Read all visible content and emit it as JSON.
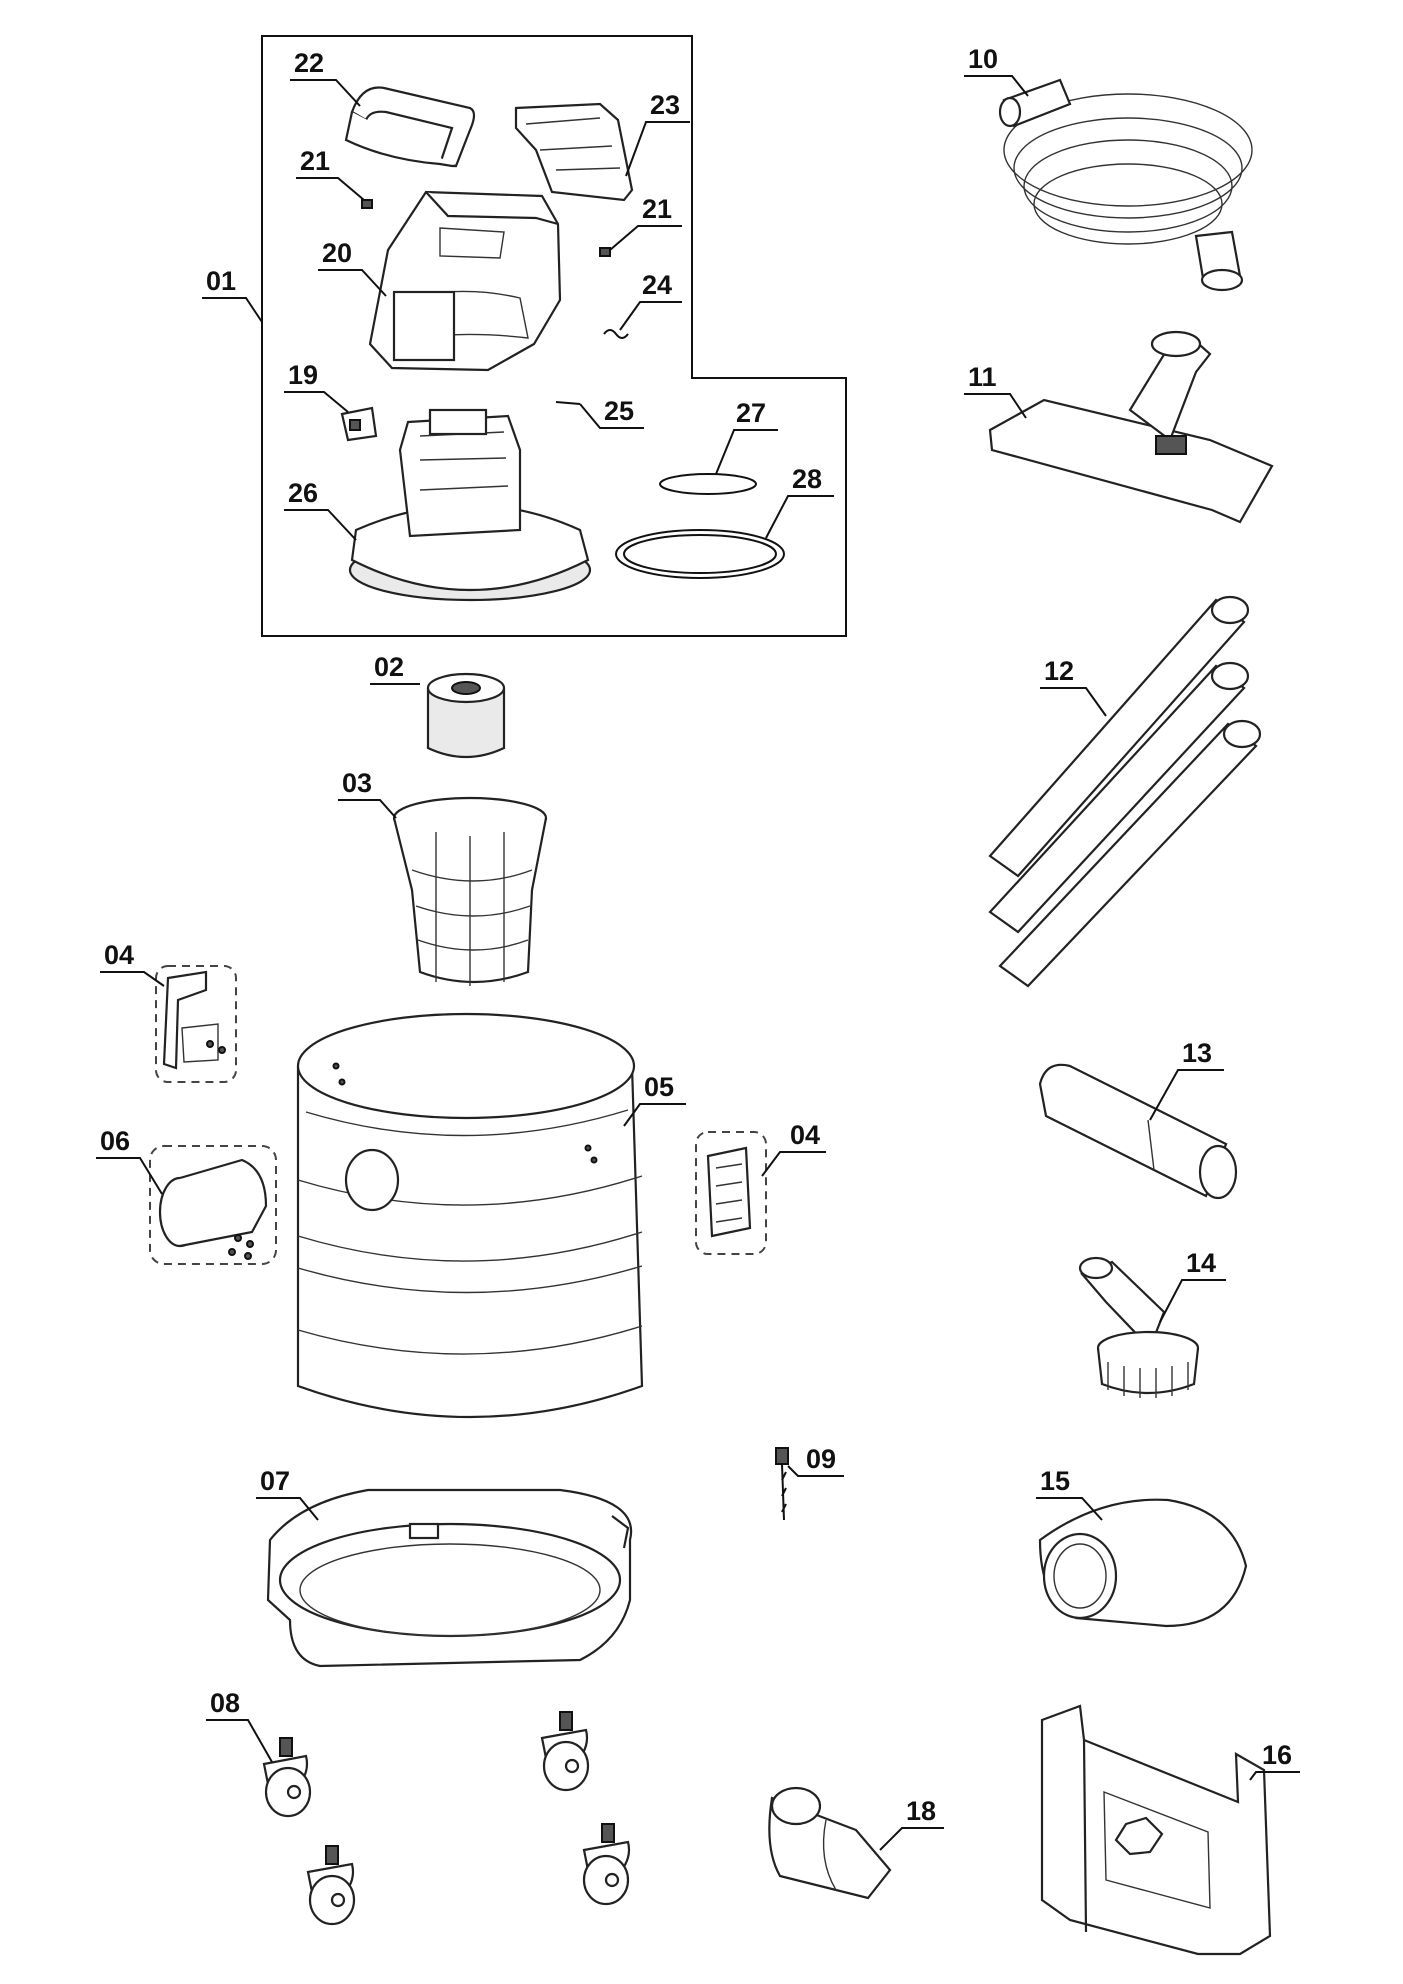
{
  "labels": {
    "l01": "01",
    "l02": "02",
    "l03": "03",
    "l04a": "04",
    "l04b": "04",
    "l05": "05",
    "l06": "06",
    "l07": "07",
    "l08": "08",
    "l09": "09",
    "l10": "10",
    "l11": "11",
    "l12": "12",
    "l13": "13",
    "l14": "14",
    "l15": "15",
    "l16": "16",
    "l18": "18",
    "l19": "19",
    "l20": "20",
    "l21a": "21",
    "l21b": "21",
    "l22": "22",
    "l23": "23",
    "l24": "24",
    "l25": "25",
    "l26": "26",
    "l27": "27",
    "l28": "28"
  }
}
